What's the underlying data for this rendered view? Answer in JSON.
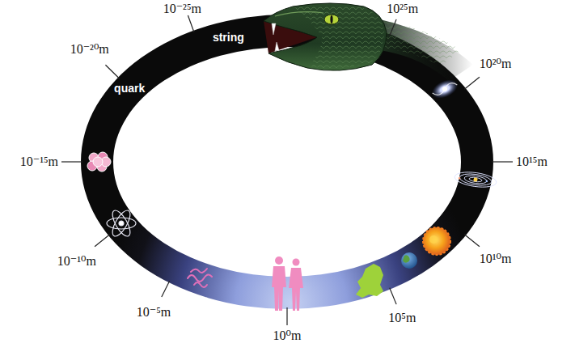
{
  "diagram": {
    "labels": [
      "10⁻²⁵m",
      "10²⁵m",
      "10⁻²⁰m",
      "quark",
      "string",
      "10²⁰m",
      "10⁻¹⁵m",
      "10¹⁵m",
      "10⁻¹⁰m",
      "10¹⁰m",
      "10⁻⁵m",
      "10⁰m",
      "10⁵m"
    ]
  }
}
